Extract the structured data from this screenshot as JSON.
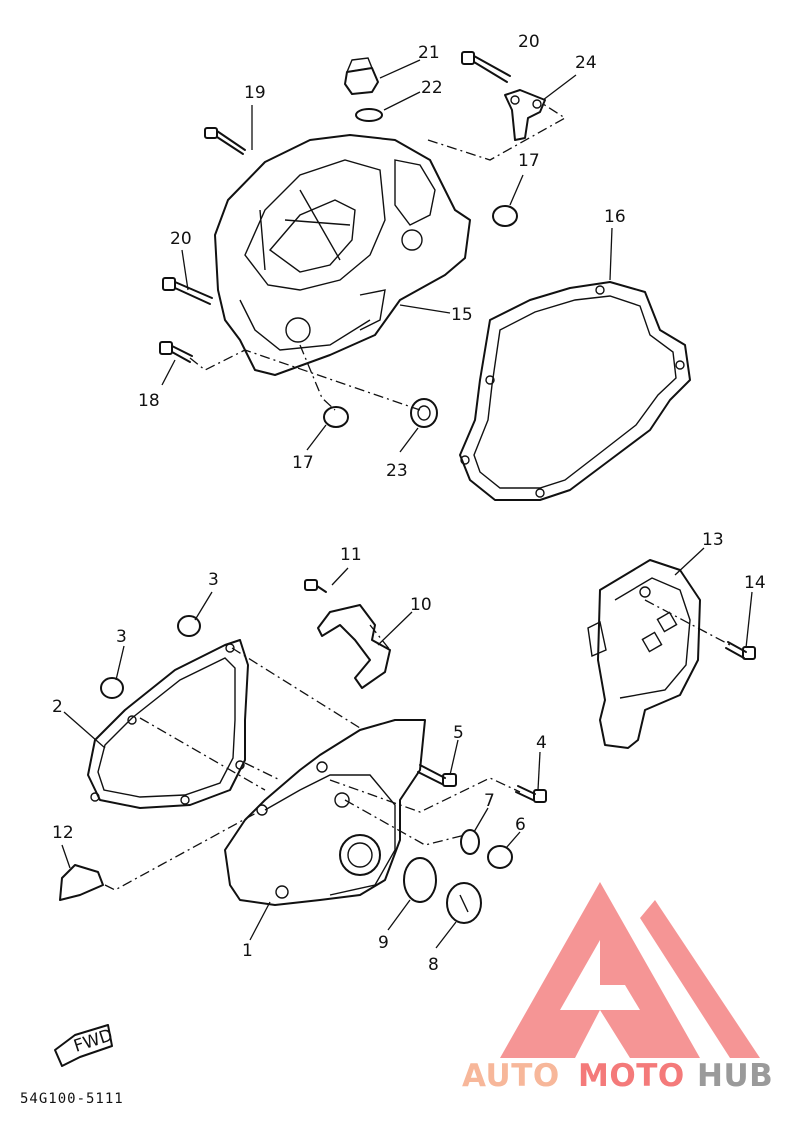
{
  "diagram": {
    "callouts": [
      {
        "id": "c1",
        "label": "1"
      },
      {
        "id": "c2",
        "label": "2"
      },
      {
        "id": "c3a",
        "label": "3"
      },
      {
        "id": "c3b",
        "label": "3"
      },
      {
        "id": "c4",
        "label": "4"
      },
      {
        "id": "c5",
        "label": "5"
      },
      {
        "id": "c6",
        "label": "6"
      },
      {
        "id": "c7",
        "label": "7"
      },
      {
        "id": "c8",
        "label": "8"
      },
      {
        "id": "c9",
        "label": "9"
      },
      {
        "id": "c10",
        "label": "10"
      },
      {
        "id": "c11",
        "label": "11"
      },
      {
        "id": "c12",
        "label": "12"
      },
      {
        "id": "c13",
        "label": "13"
      },
      {
        "id": "c14",
        "label": "14"
      },
      {
        "id": "c15",
        "label": "15"
      },
      {
        "id": "c16",
        "label": "16"
      },
      {
        "id": "c17a",
        "label": "17"
      },
      {
        "id": "c17b",
        "label": "17"
      },
      {
        "id": "c18",
        "label": "18"
      },
      {
        "id": "c19",
        "label": "19"
      },
      {
        "id": "c20a",
        "label": "20"
      },
      {
        "id": "c20b",
        "label": "20"
      },
      {
        "id": "c21",
        "label": "21"
      },
      {
        "id": "c22",
        "label": "22"
      },
      {
        "id": "c23",
        "label": "23"
      },
      {
        "id": "c24",
        "label": "24"
      }
    ],
    "fwd_label": "FWD",
    "drawing_code": "54G100-5111"
  },
  "watermark": {
    "part1": "AUTO",
    "part2": "MOTO",
    "part3": "HUB",
    "color_auto": "#f7b79a",
    "color_moto": "#f47a7a",
    "color_hub": "#9a9a9a",
    "logo_color": "#f48a8a"
  }
}
